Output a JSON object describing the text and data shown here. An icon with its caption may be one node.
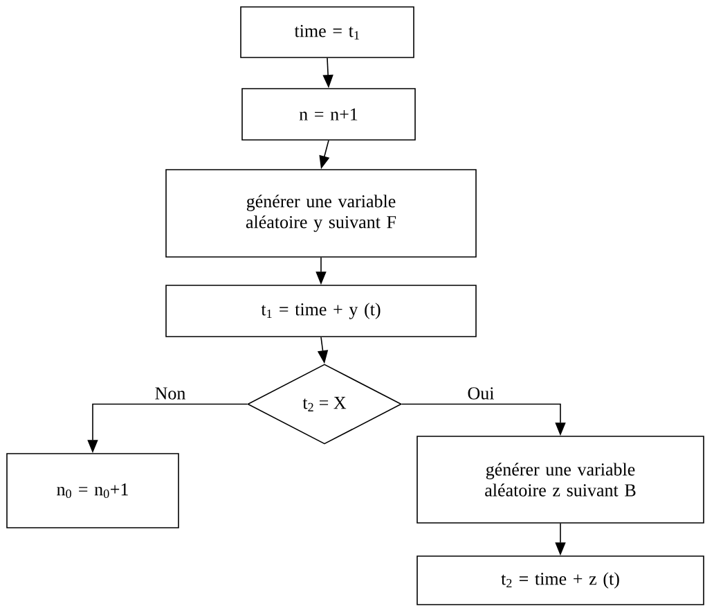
{
  "diagram": {
    "nodes": [
      {
        "text": [
          "time = t$_{1}$"
        ]
      },
      {
        "text": [
          "n = n+1"
        ]
      },
      {
        "text": [
          "générer une variable aléatoire y suivant F"
        ]
      },
      {
        "text": [
          "t$_{1}$ = time + y (t)"
        ]
      },
      {
        "text": [
          "t$_{2}$ = X"
        ]
      },
      {
        "text": [
          "n$_{0}$ = n$_{0}$+1"
        ]
      },
      {
        "text": [
          "générer une variable aléatoire z suivant B"
        ]
      },
      {
        "text": [
          "t$_{2}$ = time + z (t)"
        ]
      }
    ],
    "edges": [
      {
        "from": 0,
        "to": 1,
        "arrow": "to"
      },
      {
        "from": 1,
        "to": 2,
        "arrow": "to"
      },
      {
        "from": 2,
        "to": 3,
        "arrow": "to"
      },
      {
        "from": 3,
        "to": 4,
        "arrow": "to"
      },
      {
        "from": 4,
        "to": 5,
        "arrow": "to",
        "label": "Non"
      },
      {
        "from": 4,
        "to": 6,
        "arrow": "to",
        "label": "Oui"
      },
      {
        "from": 6,
        "to": 7,
        "arrow": "to"
      }
    ]
  }
}
